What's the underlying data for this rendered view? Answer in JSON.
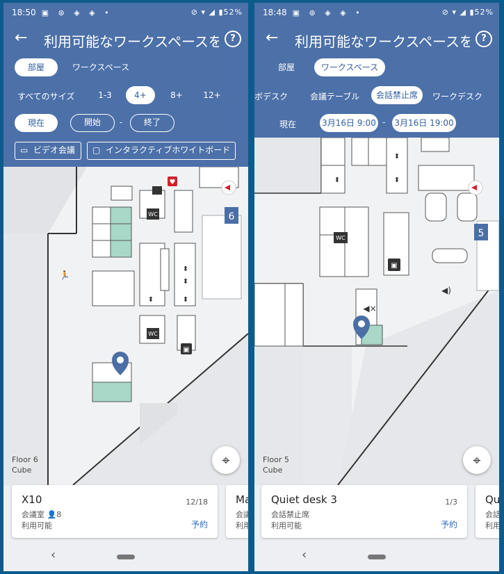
{
  "colors": {
    "header": "#4c70a8",
    "accent": "#2f6fc0",
    "room_highlight": "#a8d8c8",
    "pin": "#4a6fa5"
  },
  "left": {
    "status": {
      "time": "18:50",
      "icons": "▣ ⊛ ◈ ◈ •",
      "right": "⊘ ▾ ◢ ▮52%"
    },
    "app": {
      "title": "利用可能なワークスペースを…",
      "back_icon": "arrow-left-icon",
      "help": "?"
    },
    "type_chips": {
      "room": "部屋",
      "workspace": "ワークスペース"
    },
    "size": {
      "label": "すべてのサイズ",
      "options": [
        "1-3",
        "4+",
        "8+",
        "12+"
      ],
      "selected": "4+"
    },
    "time": {
      "now": "現在",
      "start": "開始",
      "dash": "-",
      "end": "終了"
    },
    "features": {
      "video": "ビデオ会議",
      "whiteboard": "インタラクティブホワイトボード"
    },
    "map": {
      "floor": "Floor 6",
      "building": "Cube",
      "elevator_badge": "6",
      "wc": "WC"
    },
    "card": {
      "name": "X10",
      "type": "会議室",
      "capacity": "8",
      "status": "利用可能",
      "count": "12/18",
      "book": "予約",
      "peek_name": "Ma",
      "peek_type": "会議",
      "peek_status": "利用"
    },
    "nav": {
      "back": "‹"
    }
  },
  "right": {
    "status": {
      "time": "18:48",
      "icons": "▣ ⊛ ◈ ◈ •",
      "right": "⊘ ▾ ◢ ▮52%"
    },
    "app": {
      "title": "利用可能なワークスペースを…",
      "back_icon": "arrow-left-icon",
      "help": "?"
    },
    "type_chips": {
      "room": "部屋",
      "workspace": "ワークスペース"
    },
    "ws_types": [
      "ボデスク",
      "会議テーブル",
      "会話禁止席",
      "ワークデスク"
    ],
    "ws_selected": "会話禁止席",
    "time": {
      "now": "現在",
      "start": "3月16日 9:00",
      "dash": "-",
      "end": "3月16日 19:00"
    },
    "map": {
      "floor": "Floor 5",
      "building": "Cube",
      "elevator_badge": "5",
      "wc": "WC"
    },
    "card": {
      "name": "Quiet desk 3",
      "type": "会話禁止席",
      "status": "利用可能",
      "count": "1/3",
      "book": "予約",
      "peek_name": "Qu",
      "peek_type": "会話",
      "peek_status": "利用"
    },
    "nav": {
      "back": "‹"
    }
  }
}
